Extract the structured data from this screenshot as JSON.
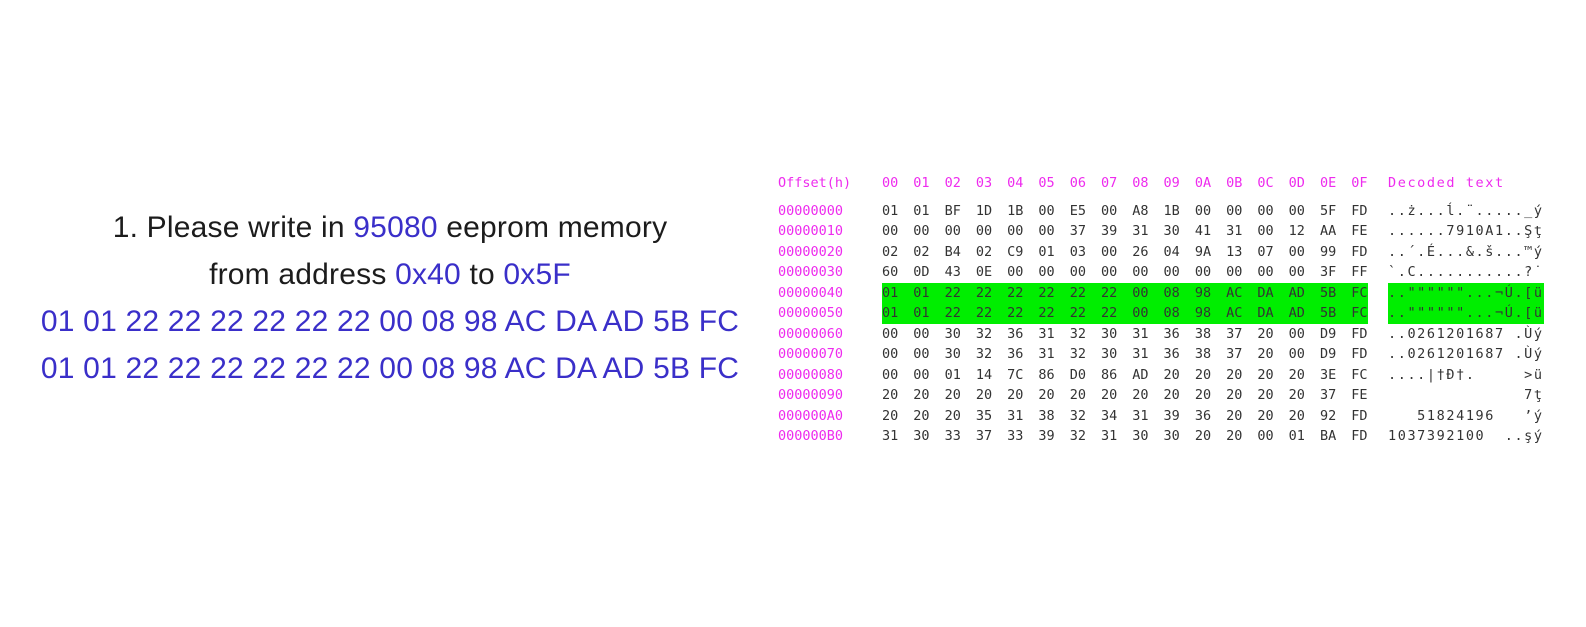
{
  "instruction": {
    "line1": {
      "p0": "1. Please write in ",
      "p1": "95080",
      "p2": " eeprom memory"
    },
    "line2": {
      "p0": "from address ",
      "p1": "0x40",
      "p2": " to ",
      "p3": "0x5F"
    },
    "line3": "01 01 22 22 22 22 22 22 00 08 98 AC DA AD 5B FC",
    "line4": "01 01 22 22 22 22 22 22 00 08 98 AC DA AD 5B FC"
  },
  "hex_editor": {
    "header": {
      "offset_label": "Offset(h)",
      "byte_columns": "00 01 02 03 04 05 06 07 08 09 0A 0B 0C 0D 0E 0F",
      "decoded_label": "Decoded text"
    },
    "rows": [
      {
        "offset": "00000000",
        "bytes": "01 01 BF 1D 1B 00 E5 00 A8 1B 00 00 00 00 5F FD",
        "decoded": "..ż...ĺ.¨....._ý",
        "highlighted": false
      },
      {
        "offset": "00000010",
        "bytes": "00 00 00 00 00 00 37 39 31 30 41 31 00 12 AA FE",
        "decoded": "......7910A1..Şţ",
        "highlighted": false
      },
      {
        "offset": "00000020",
        "bytes": "02 02 B4 02 C9 01 03 00 26 04 9A 13 07 00 99 FD",
        "decoded": "..´.É...&.š...™ý",
        "highlighted": false
      },
      {
        "offset": "00000030",
        "bytes": "60 0D 43 0E 00 00 00 00 00 00 00 00 00 00 3F FF",
        "decoded": "`.C...........?˙",
        "highlighted": false
      },
      {
        "offset": "00000040",
        "bytes": "01 01 22 22 22 22 22 22 00 08 98 AC DA AD 5B FC",
        "decoded": "..\"\"\"\"\"\"...¬Ú.[ü",
        "highlighted": true
      },
      {
        "offset": "00000050",
        "bytes": "01 01 22 22 22 22 22 22 00 08 98 AC DA AD 5B FC",
        "decoded": "..\"\"\"\"\"\"...¬Ú.[ü",
        "highlighted": true
      },
      {
        "offset": "00000060",
        "bytes": "00 00 30 32 36 31 32 30 31 36 38 37 20 00 D9 FD",
        "decoded": "..0261201687 .Ùý",
        "highlighted": false
      },
      {
        "offset": "00000070",
        "bytes": "00 00 30 32 36 31 32 30 31 36 38 37 20 00 D9 FD",
        "decoded": "..0261201687 .Ùý",
        "highlighted": false
      },
      {
        "offset": "00000080",
        "bytes": "00 00 01 14 7C 86 D0 86 AD 20 20 20 20 20 3E FC",
        "decoded": "....|†Đ†.     >ü",
        "highlighted": false
      },
      {
        "offset": "00000090",
        "bytes": "20 20 20 20 20 20 20 20 20 20 20 20 20 20 37 FE",
        "decoded": "              7ţ",
        "highlighted": false
      },
      {
        "offset": "000000A0",
        "bytes": "20 20 20 35 31 38 32 34 31 39 36 20 20 20 92 FD",
        "decoded": "   51824196   ’ý",
        "highlighted": false
      },
      {
        "offset": "000000B0",
        "bytes": "31 30 33 37 33 39 32 31 30 30 20 20 00 01 BA FD",
        "decoded": "1037392100  ..şý",
        "highlighted": false
      }
    ]
  },
  "colors": {
    "accent_blue": "#3a2fc9",
    "offset_magenta": "#ee2bee",
    "highlight_green": "#00ee00",
    "hex_text": "#333333",
    "body_text": "#1c1c1c"
  }
}
